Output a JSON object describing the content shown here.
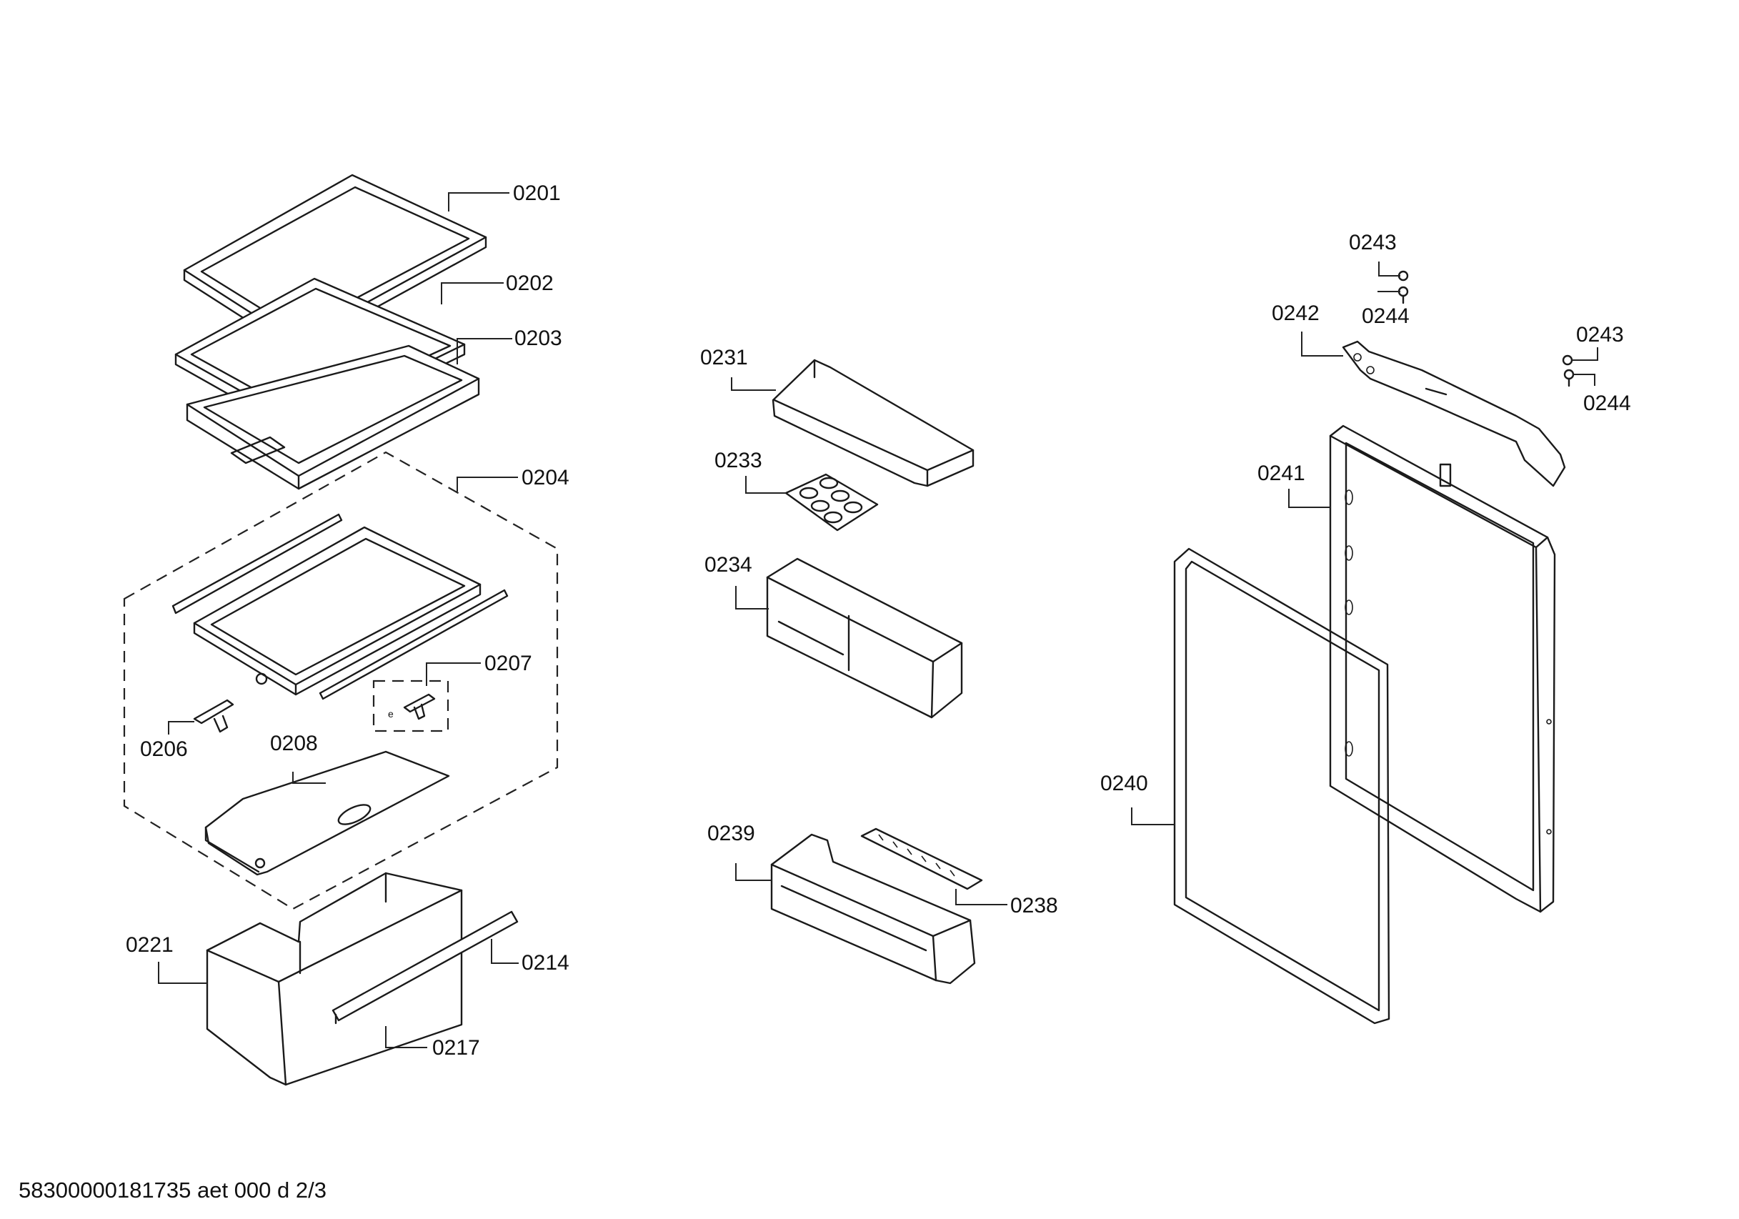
{
  "labels": {
    "p0201": "0201",
    "p0202": "0202",
    "p0203": "0203",
    "p0204": "0204",
    "p0206": "0206",
    "p0207": "0207",
    "p0208": "0208",
    "p0214": "0214",
    "p0217": "0217",
    "p0221": "0221",
    "p0231": "0231",
    "p0233": "0233",
    "p0234": "0234",
    "p0238": "0238",
    "p0239": "0239",
    "p0240": "0240",
    "p0241": "0241",
    "p0242": "0242",
    "p0243a": "0243",
    "p0243b": "0243",
    "p0244a": "0244",
    "p0244b": "0244"
  },
  "footer": "58300000181735 aet 000 d 2/3"
}
